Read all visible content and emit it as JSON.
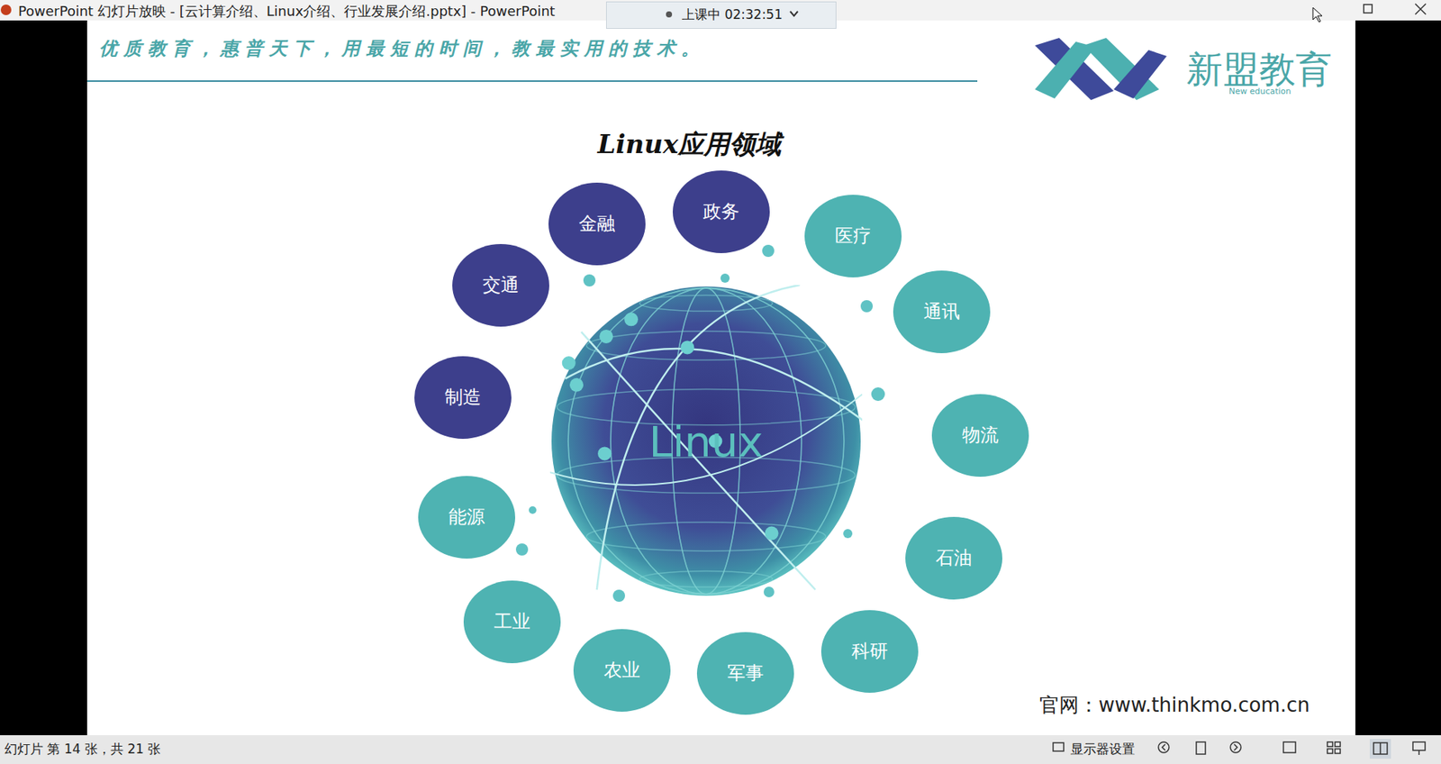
{
  "diagram": {
    "title": "Linux应用领域",
    "nodes": [
      {
        "text": [
          "金融"
        ]
      },
      {
        "text": [
          "政务"
        ]
      },
      {
        "text": [
          "医疗"
        ]
      },
      {
        "text": [
          "通讯"
        ]
      },
      {
        "text": [
          "物流"
        ]
      },
      {
        "text": [
          "石油"
        ]
      },
      {
        "text": [
          "科研"
        ]
      },
      {
        "text": [
          "军事"
        ]
      },
      {
        "text": [
          "农业"
        ]
      },
      {
        "text": [
          "工业"
        ]
      },
      {
        "text": [
          "能源"
        ]
      },
      {
        "text": [
          "制造"
        ]
      },
      {
        "text": [
          "交通"
        ]
      },
      {
        "text": [
          "Linux"
        ]
      }
    ],
    "labels": [
      "PowerPoint 幻灯片放映 - [云计算介绍、Linux介绍、行业发展介绍.pptx] - PowerPoint",
      "上课中 02:32:51",
      "优质教育，惠普天下，用最短的时间，教最实用的技术。",
      "新盟教育",
      "New education",
      "官网：www.thinkmo.com.cn",
      "幻灯片 第 14 张，共 21 张",
      "显示器设置"
    ]
  }
}
